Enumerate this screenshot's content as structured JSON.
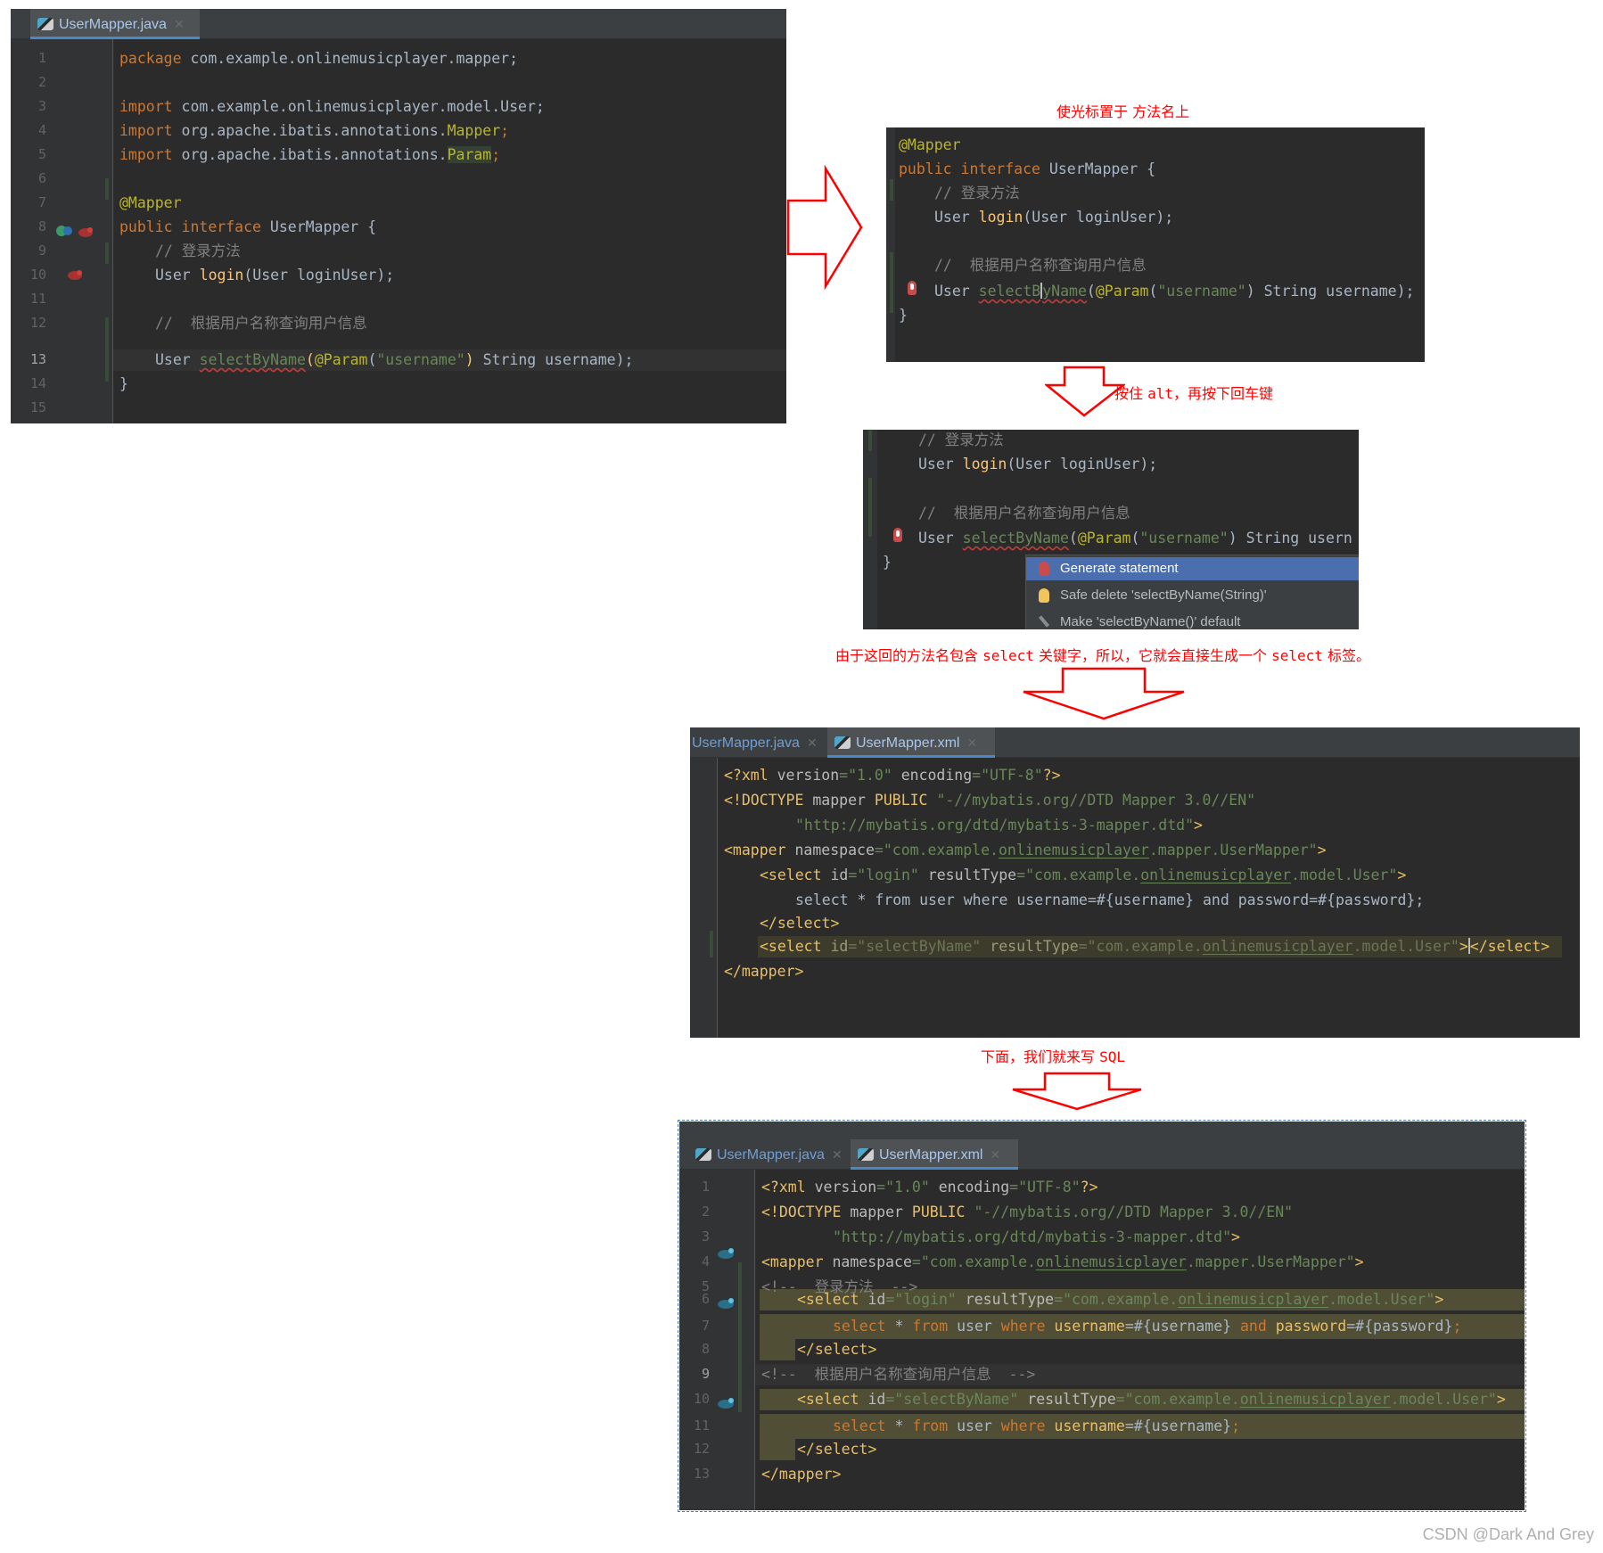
{
  "panel1": {
    "tab_label": "UserMapper.java",
    "line_numbers": [
      "1",
      "2",
      "3",
      "4",
      "5",
      "6",
      "7",
      "8",
      "9",
      "10",
      "11",
      "12",
      "13",
      "14",
      "15"
    ],
    "code": {
      "l1_kw": "package",
      "l1_rest": " com.example.onlinemusicplayer.mapper;",
      "l3_kw": "import",
      "l3_rest": " com.example.onlinemusicplayer.model.User;",
      "l4_kw": "import",
      "l4_rest": " org.apache.ibatis.annotations.",
      "l4_cls": "Mapper",
      "l4_end": ";",
      "l5_kw": "import",
      "l5_rest": " org.apache.ibatis.annotations.",
      "l5_cls": "Param",
      "l5_end": ";",
      "l7_ann": "@Mapper",
      "l8_kw": "public interface",
      "l8_rest": " UserMapper {",
      "l9_cmt": "// 登录方法",
      "l10_pre": "User ",
      "l10_fn": "login",
      "l10_rest": "(User loginUser);",
      "l12_cmt": "//  根据用户名称查询用户信息",
      "l13_pre": "User ",
      "l13_fn": "selectByName",
      "l13_p1": "(",
      "l13_ann": "@Param",
      "l13_p2": "(",
      "l13_str": "\"username\"",
      "l13_p3": ")",
      "l13_rest": " String username);",
      "l14": "}"
    }
  },
  "note1": "使光标置于 方法名上",
  "panel2": {
    "l1_ann": "@Mapper",
    "l2_kw": "public interface",
    "l2_rest": " UserMapper {",
    "l3_cmt": "// 登录方法",
    "l4_pre": "User ",
    "l4_fn": "login",
    "l4_rest": "(User loginUser);",
    "l6_cmt": "//  根据用户名称查询用户信息",
    "l7_pre": "User ",
    "l7_fn_a": "selectB",
    "l7_fn_b": "yName",
    "l7_p1": "(",
    "l7_ann": "@Param",
    "l7_p2": "(",
    "l7_str": "\"username\"",
    "l7_rest": ") String username);",
    "l8": "}"
  },
  "note2_a": "按住 ",
  "note2_key": "alt",
  "note2_b": "，再按下回车键",
  "panel3": {
    "l1_cmt": "// 登录方法",
    "l2_pre": "User ",
    "l2_fn": "login",
    "l2_rest": "(User loginUser);",
    "l4_cmt": "//  根据用户名称查询用户信息",
    "l5_pre": "User ",
    "l5_fn": "selectByName",
    "l5_p1": "(",
    "l5_ann": "@Param",
    "l5_p2": "(",
    "l5_str": "\"username\"",
    "l5_rest": ") String usern",
    "l6": "}",
    "popup": [
      {
        "label": "Generate statement",
        "icon": "red-bulb-icon"
      },
      {
        "label": "Safe delete 'selectByName(String)'",
        "icon": "yellow-bulb-icon"
      },
      {
        "label": "Make 'selectByName()' default",
        "icon": "pen-icon"
      }
    ]
  },
  "note3_a": "由于这回的方法名包含 ",
  "note3_k1": "select",
  "note3_b": " 关键字，所以，它就会直接生成一个 ",
  "note3_k2": "select",
  "note3_c": " 标签。",
  "panel4": {
    "tab1": "UserMapper.java",
    "tab2": "UserMapper.xml",
    "l1_a": "<?xml ",
    "l1_b": "version",
    "l1_c": "=",
    "l1_d": "\"1.0\"",
    "l1_e": " encoding",
    "l1_f": "=",
    "l1_g": "\"UTF-8\"",
    "l1_h": "?>",
    "l2_a": "<!DOCTYPE ",
    "l2_b": "mapper ",
    "l2_c": "PUBLIC ",
    "l2_d": "\"-//mybatis.org//DTD Mapper 3.0//EN\"",
    "l3_d": "\"http://mybatis.org/dtd/mybatis-3-mapper.dtd\"",
    "l3_e": ">",
    "l4_a": "<mapper ",
    "l4_b": "namespace",
    "l4_c": "=",
    "l4_d": "\"com.example.",
    "l4_u": "onlinemusicplayer",
    "l4_e": ".mapper.UserMapper\"",
    "l4_f": ">",
    "l5_a": "<select ",
    "l5_b": "id",
    "l5_c": "=",
    "l5_d": "\"login\"",
    "l5_e": " resultType",
    "l5_f": "=",
    "l5_g": "\"com.example.",
    "l5_u": "onlinemusicplayer",
    "l5_h": ".model.User\"",
    "l5_i": ">",
    "l6": "select * from user where username=#{username} and password=#{password};",
    "l7": "</select>",
    "l8_a": "<select ",
    "l8_b": "id",
    "l8_c": "=",
    "l8_d": "\"selectByName\"",
    "l8_e": " resultType",
    "l8_f": "=",
    "l8_g": "\"com.example.",
    "l8_u": "onlinemusicplayer",
    "l8_h": ".model.User\"",
    "l8_i": ">",
    "l8_j": "</select>",
    "l9": "</mapper>"
  },
  "note4_a": "下面，我们就来写 ",
  "note4_k": "SQL",
  "panel5": {
    "tab1": "UserMapper.java",
    "tab2": "UserMapper.xml",
    "line_numbers": [
      "1",
      "2",
      "3",
      "4",
      "5",
      "6",
      "7",
      "8",
      "9",
      "10",
      "11",
      "12",
      "13"
    ],
    "l1_a": "<?xml ",
    "l1_b": "version",
    "l1_c": "=",
    "l1_d": "\"1.0\"",
    "l1_e": " encoding",
    "l1_f": "=",
    "l1_g": "\"UTF-8\"",
    "l1_h": "?>",
    "l2_a": "<!DOCTYPE ",
    "l2_b": "mapper ",
    "l2_c": "PUBLIC ",
    "l2_d": "\"-//mybatis.org//DTD Mapper 3.0//EN\"",
    "l3_d": "\"http://mybatis.org/dtd/mybatis-3-mapper.dtd\"",
    "l3_e": ">",
    "l4_a": "<mapper ",
    "l4_b": "namespace",
    "l4_c": "=",
    "l4_d": "\"com.example.",
    "l4_u": "onlinemusicplayer",
    "l4_e": ".mapper.UserMapper\"",
    "l4_f": ">",
    "l5": "<!--  登录方法  -->",
    "l6_a": "<select ",
    "l6_b": "id",
    "l6_c": "=",
    "l6_d": "\"login\"",
    "l6_e": " resultType",
    "l6_f": "=",
    "l6_g": "\"com.example.",
    "l6_u": "onlinemusicplayer",
    "l6_h": ".model.User\"",
    "l6_i": ">",
    "l7_k1": "select",
    "l7_s1": " * ",
    "l7_k2": "from",
    "l7_s2": " user ",
    "l7_k3": "where",
    "l7_c1": " username",
    "l7_s3": "=#{username} ",
    "l7_k4": "and",
    "l7_c2": " password",
    "l7_s4": "=#{password}",
    "l7_e": ";",
    "l8": "</select>",
    "l9": "<!--  根据用户名称查询用户信息  -->",
    "l10_a": "<select ",
    "l10_b": "id",
    "l10_c": "=",
    "l10_d": "\"selectByName\"",
    "l10_e": " resultType",
    "l10_f": "=",
    "l10_g": "\"com.example.",
    "l10_u": "onlinemusicplayer",
    "l10_h": ".model.User\"",
    "l10_i": ">",
    "l11_k1": "select",
    "l11_s1": " * ",
    "l11_k2": "from",
    "l11_s2": " user ",
    "l11_k3": "where",
    "l11_c1": " username",
    "l11_s3": "=#{username}",
    "l11_e": ";",
    "l12": "</select>",
    "l13": "</mapper>"
  },
  "watermark": "CSDN @Dark And Grey",
  "colors": {
    "arrow": "#ff0000",
    "editor_bg": "#2b2b2b",
    "keyword": "#cc7832",
    "string": "#6a8759",
    "tag": "#e8bf6a",
    "selection": "#4b6eaf"
  }
}
